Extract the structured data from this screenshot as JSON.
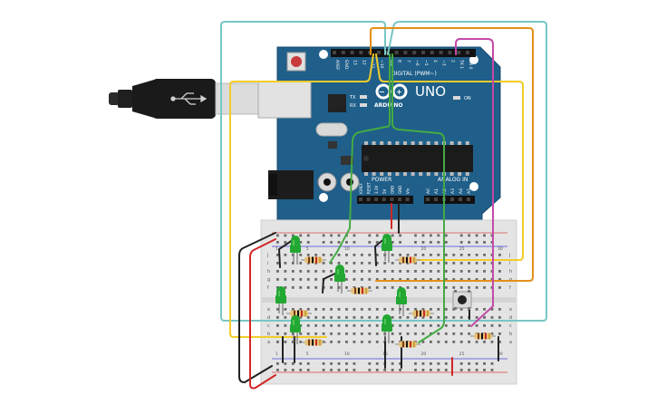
{
  "board": {
    "brand_logo_text": "ARDUINO",
    "model": "UNO",
    "digital_header_label": "DIGITAL (PWM~)",
    "power_label": "POWER",
    "analog_label": "ANALOG IN",
    "on_label": "ON",
    "tx_label": "TX",
    "rx_label": "RX",
    "top_pin_labels": [
      "AREF",
      "GND",
      "13",
      "12",
      "~11",
      "~10",
      "~9",
      "8",
      "7",
      "~6",
      "~5",
      "4",
      "~3",
      "2",
      "TX 1",
      "RX 0"
    ],
    "power_pin_labels": [
      "IOREF",
      "RESET",
      "3.3V",
      "5V",
      "GND",
      "GND",
      "Vin"
    ],
    "analog_pin_labels": [
      "A0",
      "A1",
      "A2",
      "A3",
      "A4",
      "A5"
    ]
  },
  "breadboard": {
    "row_letters_top": [
      "j",
      "i",
      "h",
      "g",
      "f"
    ],
    "row_letters_bottom": [
      "e",
      "d",
      "c",
      "b",
      "a"
    ],
    "column_numbers": [
      "1",
      "5",
      "10",
      "15",
      "20",
      "25",
      "30"
    ]
  },
  "colors": {
    "board_blue": "#1f5f8a",
    "wire_teal": "#78c6c6",
    "wire_orange": "#e39018",
    "wire_yellow": "#f2cc2a",
    "wire_magenta": "#c44aa6",
    "wire_green": "#44aa44",
    "wire_red": "#d22626",
    "wire_black": "#222222",
    "led_green": "#22a832"
  }
}
